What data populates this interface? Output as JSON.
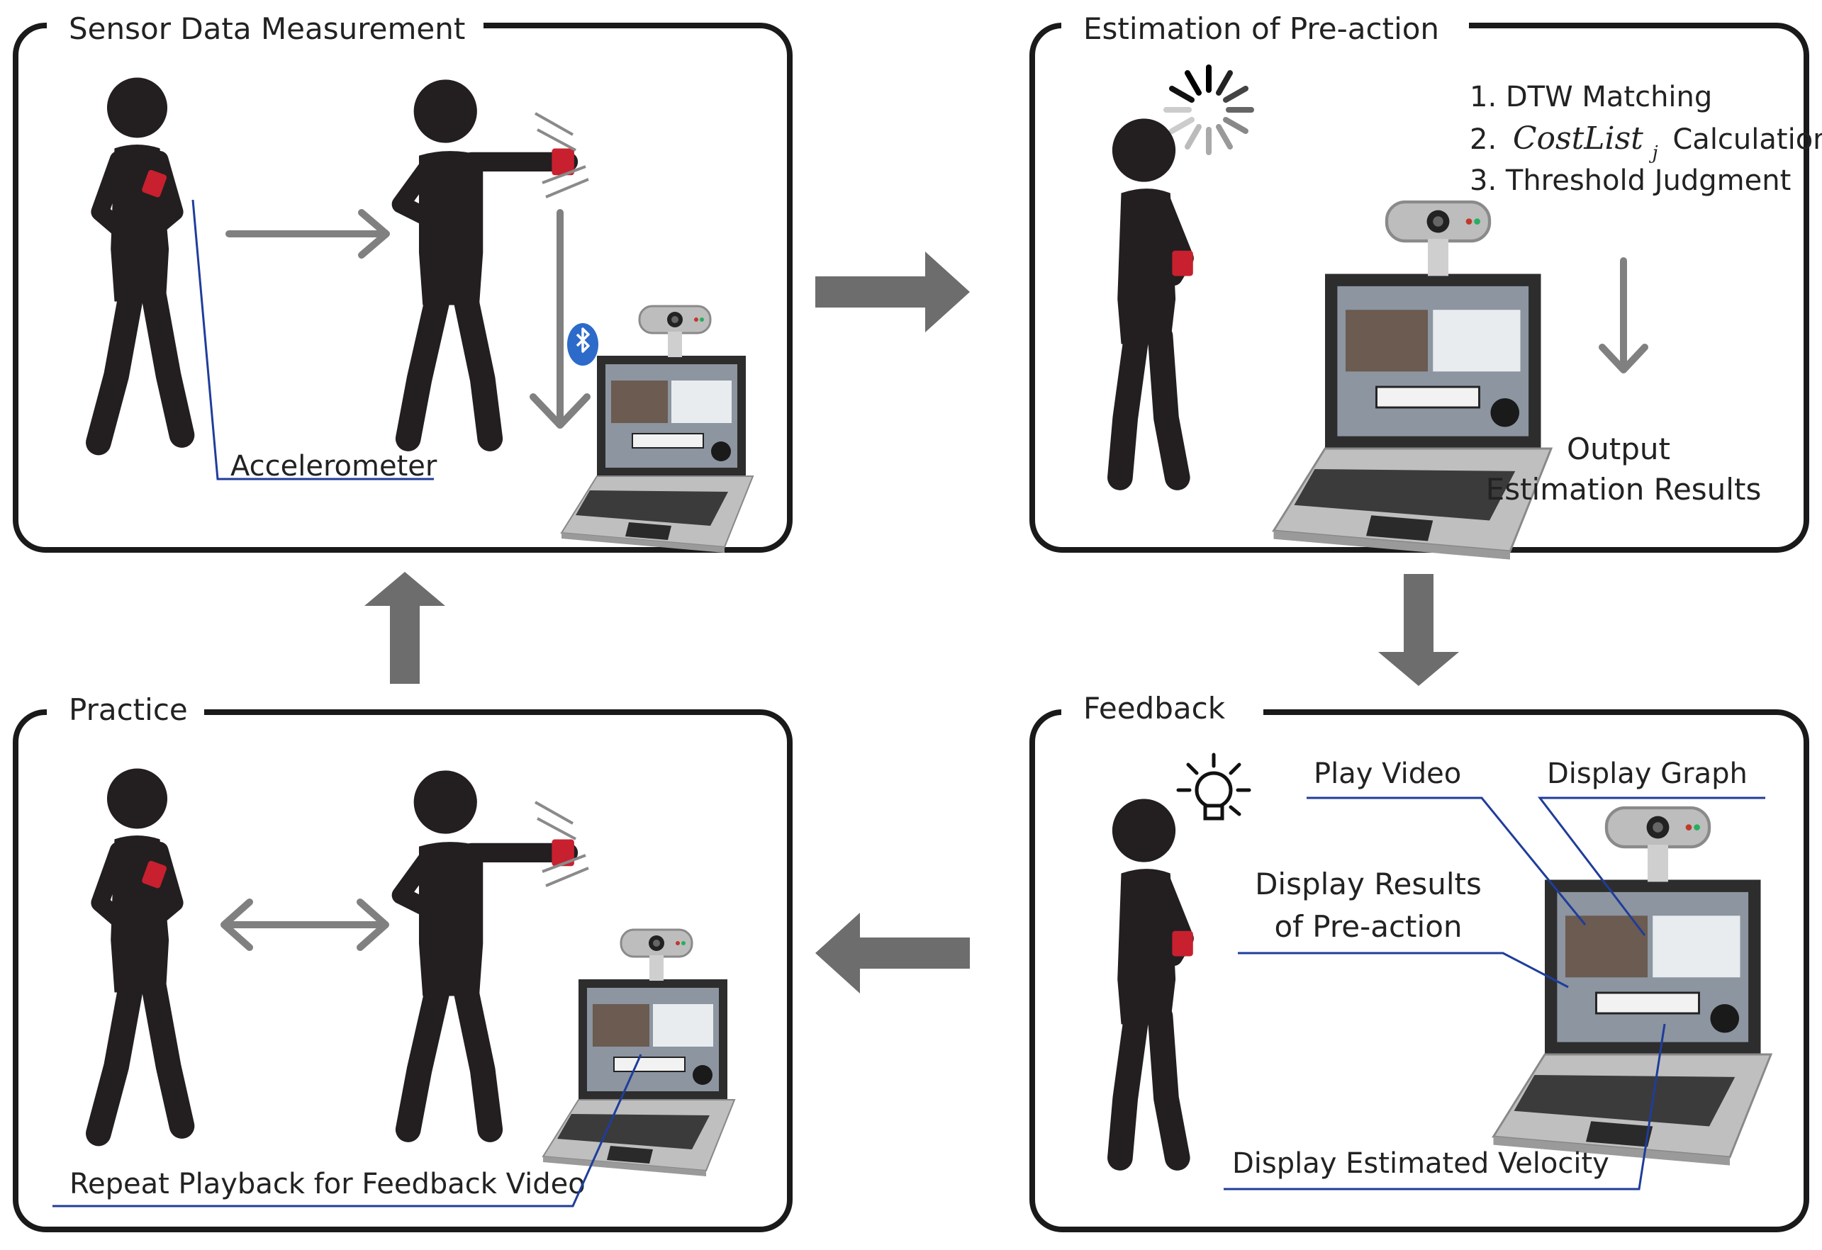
{
  "panels": {
    "sensor": {
      "title": "Sensor Data Measurement",
      "accelerometer_label": "Accelerometer"
    },
    "estimation": {
      "title": "Estimation of Pre-action",
      "step1": "1.  DTW Matching",
      "step2_prefix": "2.",
      "step2_math": "CostList",
      "step2_sub": "j",
      "step2_suffix": "Calculation",
      "step3": "3. Threshold Judgment",
      "output_line1": "Output",
      "output_line2": "Estimation Results"
    },
    "feedback": {
      "title": "Feedback",
      "play_video": "Play Video",
      "display_graph": "Display Graph",
      "results_line1": "Display Results",
      "results_line2": "of Pre-action",
      "velocity": "Display Estimated Velocity"
    },
    "practice": {
      "title": "Practice",
      "repeat_label": "Repeat Playback for Feedback Video"
    }
  },
  "icons": [
    "person-icon",
    "wristband-icon",
    "bluetooth-icon",
    "laptop-icon",
    "webcam-icon",
    "loading-spinner-icon",
    "lightbulb-icon"
  ],
  "colors": {
    "wristband": "#c8202f",
    "bluetooth": "#2c6bc9",
    "leader_line": "#1f3d9a",
    "flow_arrow": "#6d6d6d",
    "figure": "#231f20"
  }
}
